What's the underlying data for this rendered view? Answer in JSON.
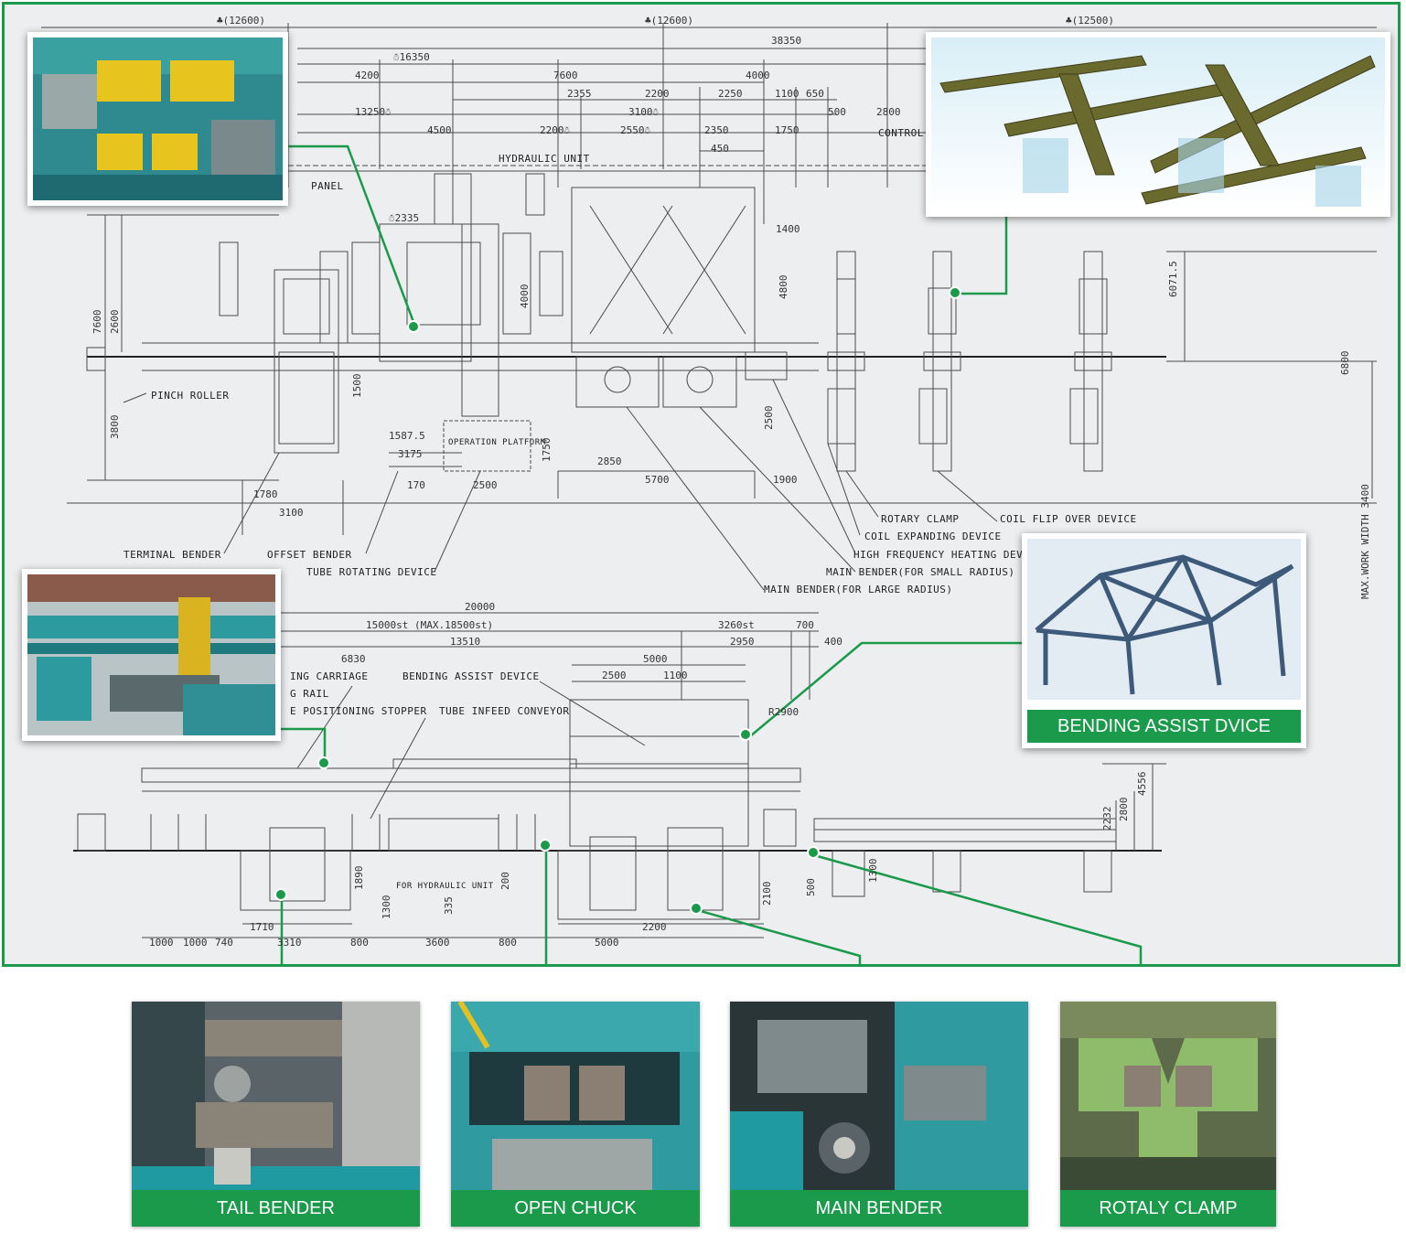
{
  "accent": "#1a9a4a",
  "dimensions": {
    "top_half_left": "♣(12600)",
    "top_half_mid": "♣(12600)",
    "top_half_right": "♣(12500)",
    "overall": "38350",
    "d16350": "☃16350",
    "d4200": "4200",
    "d7600": "7600",
    "d4000": "4000",
    "d2355": "2355",
    "d2200a": "2200",
    "d2250": "2250",
    "d1100": "1100",
    "d650": "650",
    "d13250": "13250☃",
    "d3100": "3100☃",
    "d500": "500",
    "d2800": "2800",
    "d4500": "4500",
    "d2200b": "2200☃",
    "d2550": "2550☃",
    "d2350": "2350",
    "d1750": "1750",
    "d450": "450",
    "d2335": "☃2335",
    "d1400": "1400",
    "d4800": "4800",
    "d4000v": "4000",
    "d6071": "6071.5",
    "d6800": "6800",
    "d7600v": "7600",
    "d2600": "2600",
    "d3800": "3800",
    "d2500v": "2500",
    "d1587": "1587.5",
    "d3175": "3175",
    "d170": "170",
    "d2500": "2500",
    "d2850": "2850",
    "d5700": "5700",
    "d1900": "1900",
    "d1780": "1780",
    "d3100b": "3100",
    "d1750v": "1750",
    "d1500": "1500",
    "maxwork": "MAX.WORK WIDTH 3400"
  },
  "labels": {
    "control": "CONTROL",
    "panel": "PANEL",
    "hydraulic_unit": "HYDRAULIC UNIT",
    "pinch_roller": "PINCH ROLLER",
    "operation_platform": "OPERATION PLATFORM",
    "rotary_clamp": "ROTARY CLAMP",
    "coil_flip": "COIL FLIP OVER DEVICE",
    "coil_expanding": "COIL EXPANDING DEVICE",
    "hf_heating": "HIGH FREQUENCY HEATING DEVI",
    "main_bender_small": "MAIN BENDER(FOR SMALL RADIUS)",
    "main_bender_large": "MAIN BENDER(FOR LARGE RADIUS)",
    "terminal_bender": "TERMINAL BENDER",
    "offset_bender": "OFFSET BENDER",
    "tube_rotating": "TUBE ROTATING DEVICE",
    "bending_carriage": "ING CARRIAGE",
    "rail": "G RAIL",
    "positioning_stopper": "E POSITIONING STOPPER",
    "bending_assist_device": "BENDING ASSIST DEVICE",
    "tube_infeed": "TUBE INFEED CONVEYOR",
    "for_hydraulic_unit": "FOR HYDRAULIC UNIT"
  },
  "side_dims": {
    "d20000": "20000",
    "d15000": "15000st (MAX.18500st)",
    "d13510": "13510",
    "d3260": "3260st",
    "d700": "700",
    "d2950": "2950",
    "d400": "400",
    "d6830": "6830",
    "d5000": "5000",
    "d2500": "2500",
    "d1100": "1100",
    "r2900": "R2900",
    "d4556": "4556",
    "d2800": "2800",
    "d2232": "2232",
    "d1710": "1710",
    "d3310": "3310",
    "d1000a": "1000",
    "d1000b": "1000",
    "d740": "740",
    "d800a": "800",
    "d3600": "3600",
    "d800b": "800",
    "d5000b": "5000",
    "d2200": "2200",
    "d1890": "1890",
    "d1300": "1300",
    "d335": "335",
    "d200": "200",
    "d2100": "2100",
    "d500": "500",
    "d1300b": "1300"
  },
  "insets": {
    "bending_assist_caption": "BENDING ASSIST DVICE"
  },
  "photos": [
    {
      "caption": "TAIL BENDER",
      "icon": "tail-bender-photo"
    },
    {
      "caption": "OPEN CHUCK",
      "icon": "open-chuck-photo"
    },
    {
      "caption": "MAIN BENDER",
      "icon": "main-bender-photo"
    },
    {
      "caption": "ROTALY CLAMP",
      "icon": "rotary-clamp-photo"
    }
  ]
}
